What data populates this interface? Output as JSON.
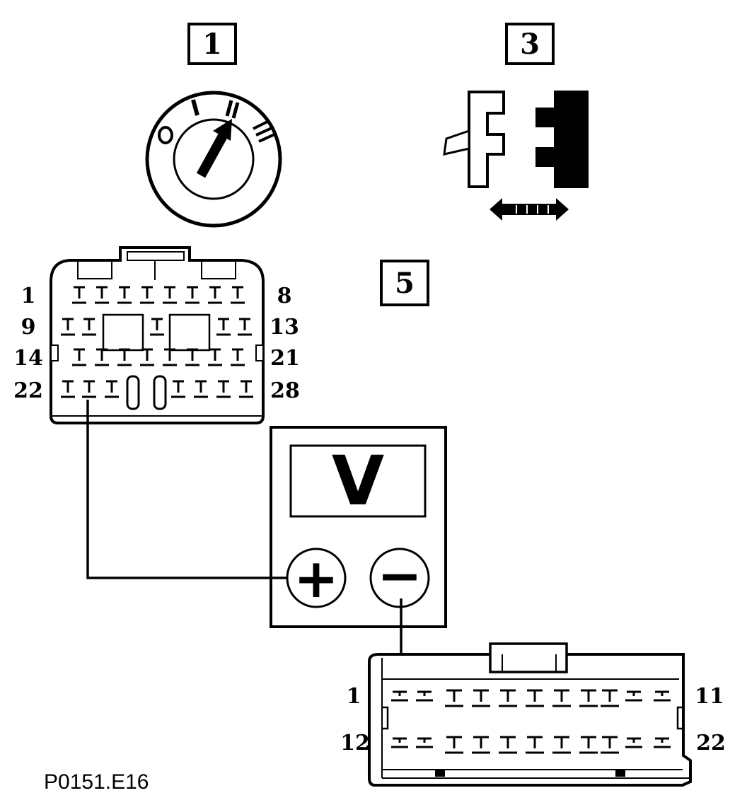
{
  "callouts": {
    "ignition_switch": "1",
    "connection_switch": "3",
    "voltmeter_test": "5"
  },
  "voltmeter": {
    "display": "V",
    "positive_terminal": "+",
    "negative_terminal": "−"
  },
  "connector_28": {
    "row1": {
      "start": "1",
      "end": "8"
    },
    "row2": {
      "start": "9",
      "end": "13"
    },
    "row3": {
      "start": "14",
      "end": "21"
    },
    "row4": {
      "start": "22",
      "end": "28"
    }
  },
  "connector_22": {
    "row1": {
      "start": "1",
      "end": "11"
    },
    "row2": {
      "start": "12",
      "end": "22"
    }
  },
  "ignition_positions": [
    "0",
    "I",
    "II",
    "III"
  ],
  "figure_code": "P0151.E16"
}
